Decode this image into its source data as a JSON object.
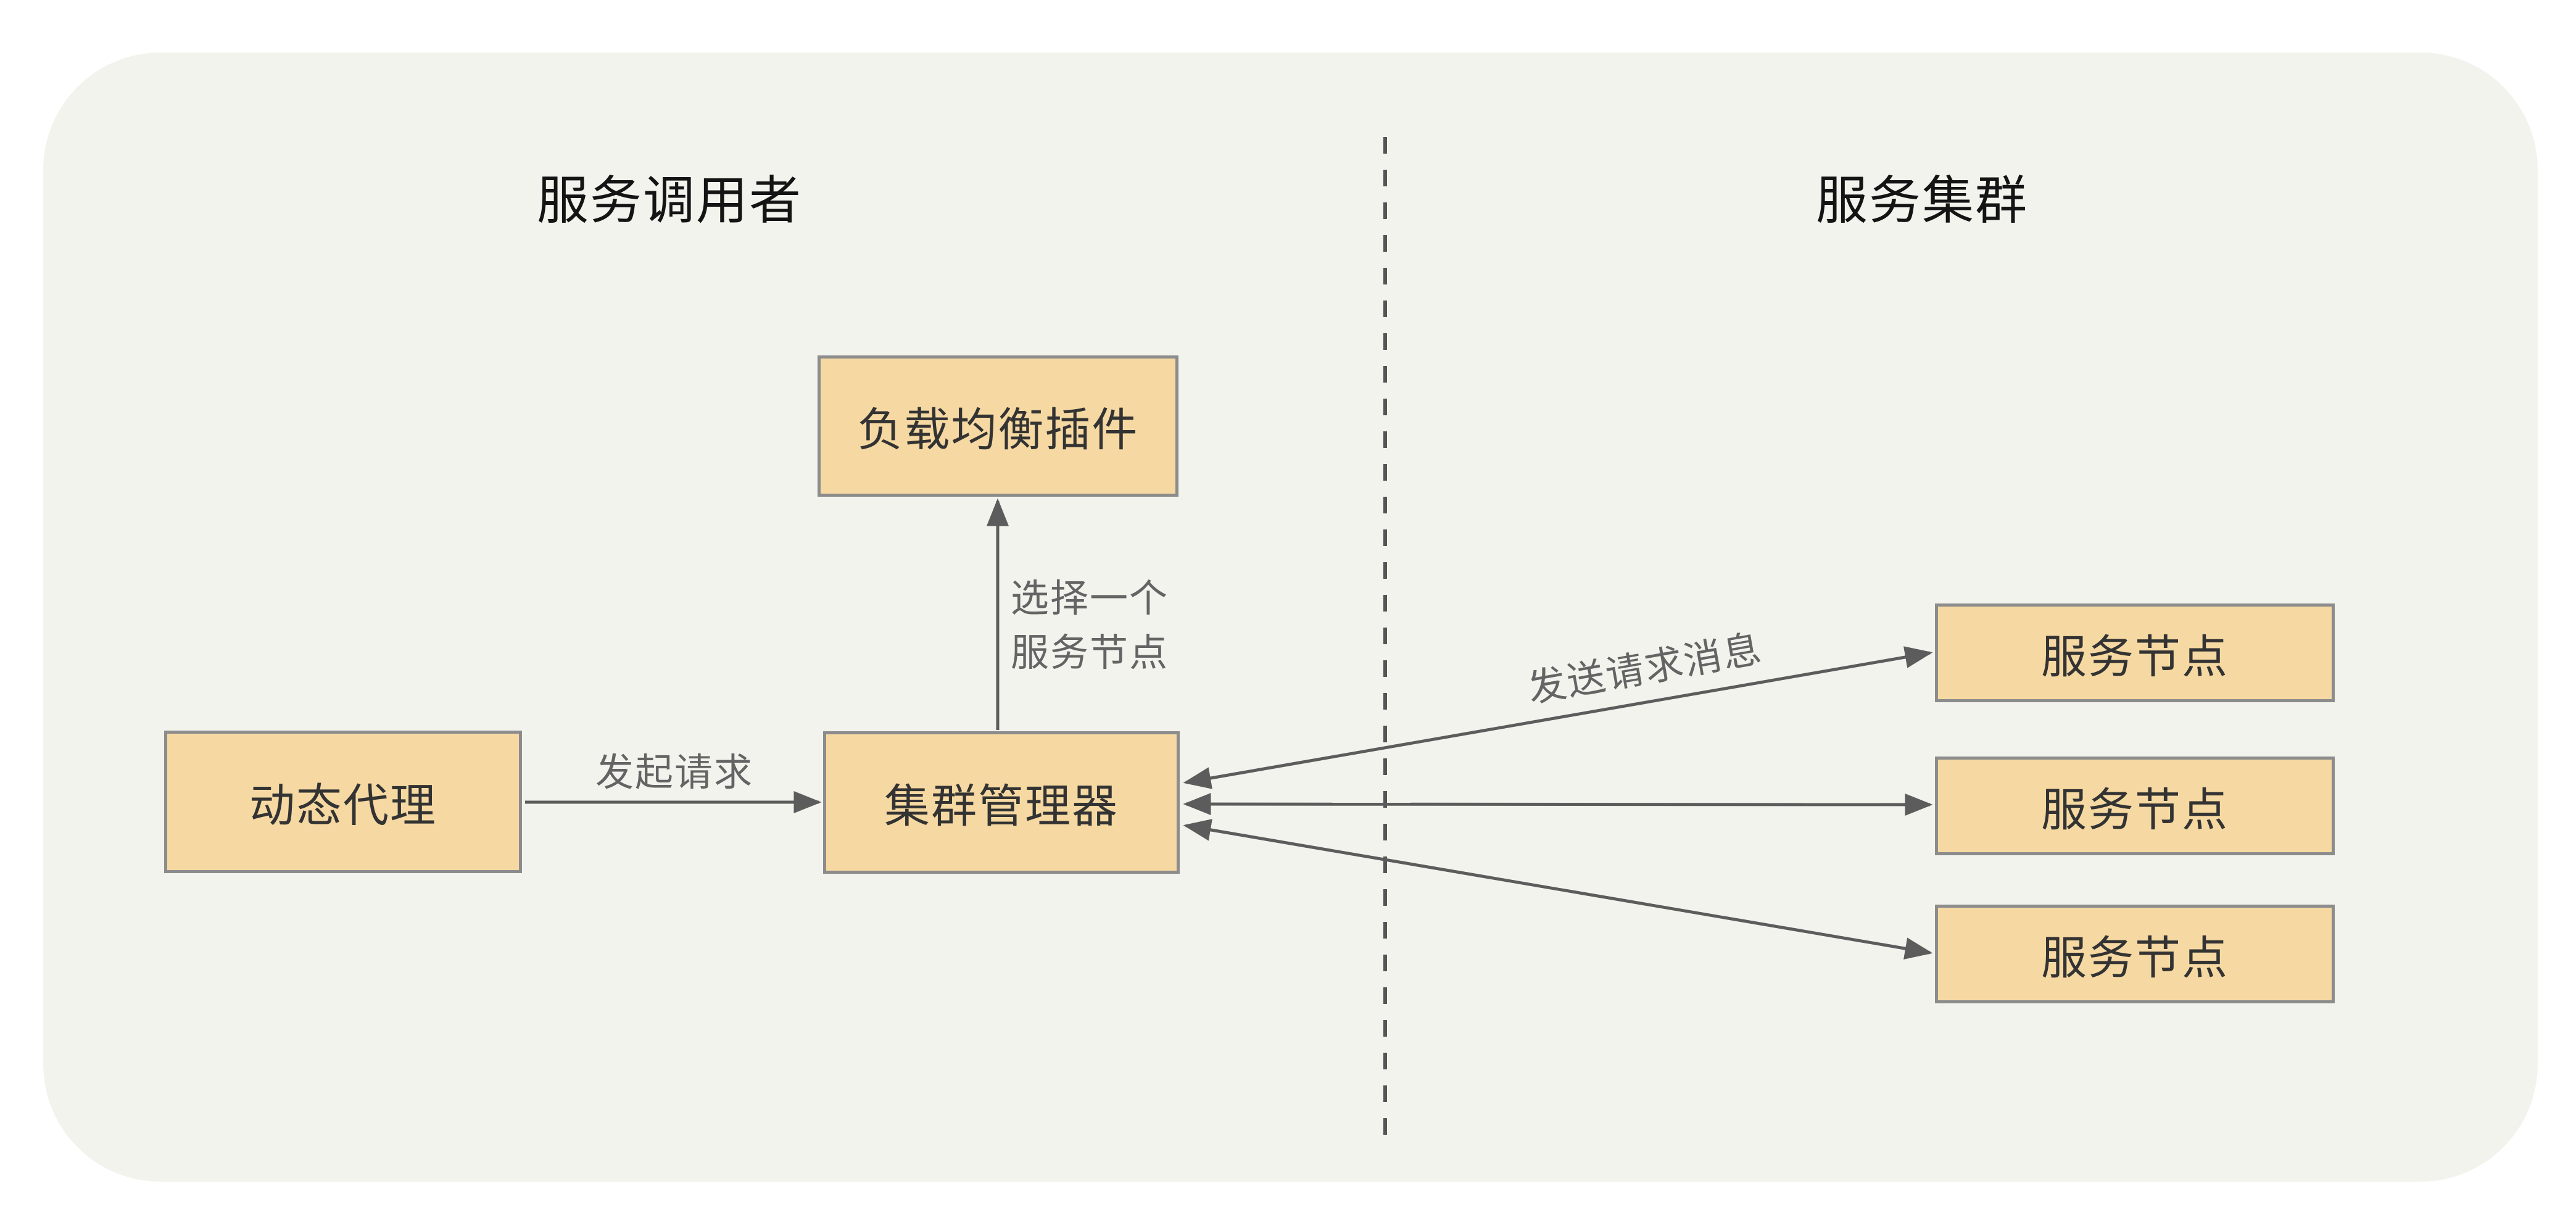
{
  "diagram": {
    "left_region_title": "服务调用者",
    "right_region_title": "服务集群",
    "nodes": {
      "load_balancer_plugin": "负载均衡插件",
      "dynamic_proxy": "动态代理",
      "cluster_manager": "集群管理器",
      "service_node_1": "服务节点",
      "service_node_2": "服务节点",
      "service_node_3": "服务节点"
    },
    "edge_labels": {
      "initiate_request": "发起请求",
      "select_node_line1": "选择一个",
      "select_node_line2": "服务节点",
      "send_request_message": "发送请求消息"
    }
  },
  "colors": {
    "canvas_bg": "#f3f3ee",
    "node_fill": "#f6d9a2",
    "node_border": "#8c8c8c",
    "node_text": "#333333",
    "title_text": "#141414",
    "label_text": "#646464",
    "arrow_color": "#5c5c5c",
    "divider_color": "#555555"
  }
}
